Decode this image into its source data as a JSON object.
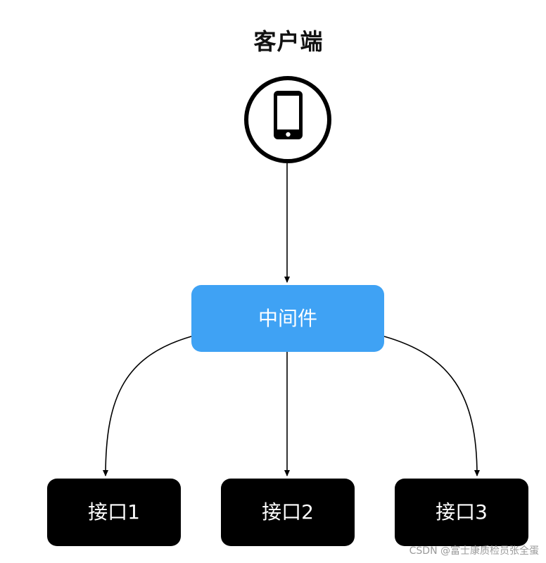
{
  "client": {
    "title": "客户端",
    "icon": "phone-icon"
  },
  "middleware": {
    "label": "中间件",
    "color": "#3fa2f4"
  },
  "apis": [
    {
      "label": "接口1"
    },
    {
      "label": "接口2"
    },
    {
      "label": "接口3"
    }
  ],
  "watermark": "CSDN @富士康质检员张全蛋"
}
